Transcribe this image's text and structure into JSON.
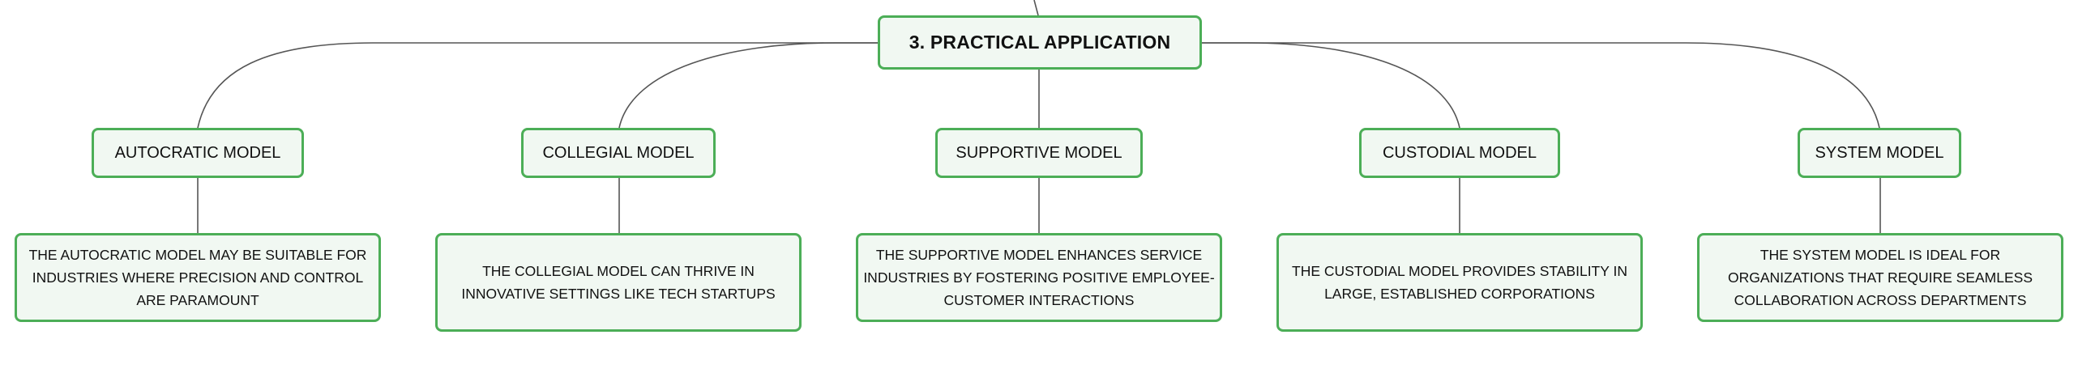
{
  "root": {
    "label": "3. PRACTICAL APPLICATION"
  },
  "branches": [
    {
      "label": "AUTOCRATIC MODEL",
      "detail": "THE AUTOCRATIC MODEL MAY BE SUITABLE FOR INDUSTRIES WHERE PRECISION AND CONTROL ARE PARAMOUNT"
    },
    {
      "label": "COLLEGIAL MODEL",
      "detail": "THE COLLEGIAL MODEL CAN THRIVE IN INNOVATIVE SETTINGS LIKE TECH STARTUPS"
    },
    {
      "label": "SUPPORTIVE MODEL",
      "detail": "THE SUPPORTIVE MODEL ENHANCES SERVICE INDUSTRIES BY FOSTERING POSITIVE EMPLOYEE-CUSTOMER INTERACTIONS"
    },
    {
      "label": "CUSTODIAL MODEL",
      "detail": "THE CUSTODIAL MODEL PROVIDES STABILITY IN LARGE, ESTABLISHED CORPORATIONS"
    },
    {
      "label": "SYSTEM MODEL",
      "detail": "THE SYSTEM MODEL IS IDEAL FOR ORGANIZATIONS THAT REQUIRE SEAMLESS COLLABORATION ACROSS DEPARTMENTS"
    }
  ],
  "colors": {
    "node_border": "#4cae57",
    "node_fill": "#f1f8f2",
    "connector": "#555555"
  }
}
